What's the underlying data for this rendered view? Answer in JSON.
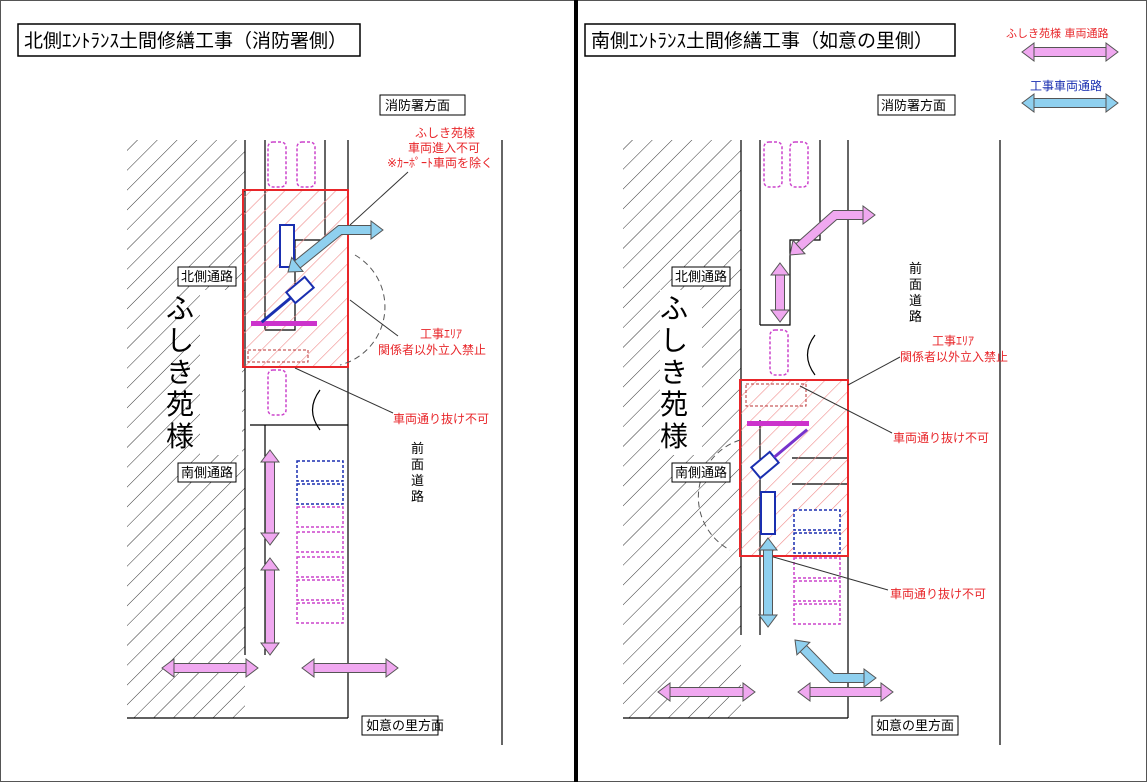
{
  "left_panel": {
    "title": "北側ｴﾝﾄﾗﾝｽ土間修繕工事（消防署側）",
    "direction_top": "消防署方面",
    "direction_bottom": "如意の里方面",
    "north_path": "北側通路",
    "south_path": "南側通路",
    "front_road": [
      "前",
      "面",
      "道",
      "路"
    ],
    "building": [
      "ふ",
      "し",
      "き",
      "苑",
      "様"
    ],
    "note_no_entry": [
      "ふしき苑様",
      "車両進入不可",
      "※ｶｰﾎﾟｰﾄ車両を除く"
    ],
    "note_work_area": [
      "工事ｴﾘｱ",
      "関係者以外立入禁止"
    ],
    "note_no_through": "車両通り抜け不可"
  },
  "right_panel": {
    "title": "南側ｴﾝﾄﾗﾝｽ土間修繕工事（如意の里側）",
    "direction_top": "消防署方面",
    "direction_bottom": "如意の里方面",
    "north_path": "北側通路",
    "south_path": "南側通路",
    "front_road": [
      "前",
      "面",
      "道",
      "路"
    ],
    "building": [
      "ふ",
      "し",
      "き",
      "苑",
      "様"
    ],
    "note_work_area": [
      "工事ｴﾘｱ",
      "関係者以外立入禁止"
    ],
    "note_no_through_1": "車両通り抜け不可",
    "note_no_through_2": "車両通り抜け不可"
  },
  "legend": {
    "fushiki_vehicle_route": "ふしき苑様 車両通路",
    "construction_vehicle_route": "工事車両通路"
  },
  "colors": {
    "work_area": "#e8262a",
    "fushiki_route": "#f0a8f0",
    "construction_route": "#8fd0ef",
    "parking": "#cc44cc",
    "construction_vehicle": "#1a2fb0"
  }
}
